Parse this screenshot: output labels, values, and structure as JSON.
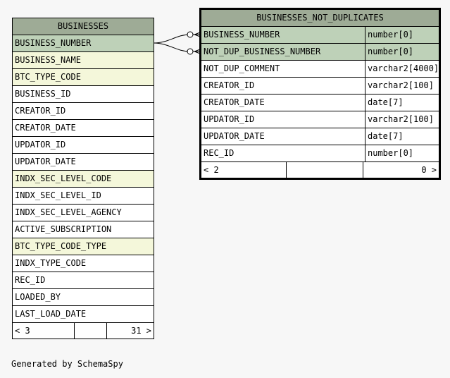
{
  "businesses": {
    "title": "BUSINESSES",
    "columns": [
      {
        "name": "BUSINESS_NUMBER",
        "kind": "pk"
      },
      {
        "name": "BUSINESS_NAME",
        "kind": "fk"
      },
      {
        "name": "BTC_TYPE_CODE",
        "kind": "fk"
      },
      {
        "name": "BUSINESS_ID",
        "kind": ""
      },
      {
        "name": "CREATOR_ID",
        "kind": ""
      },
      {
        "name": "CREATOR_DATE",
        "kind": ""
      },
      {
        "name": "UPDATOR_ID",
        "kind": ""
      },
      {
        "name": "UPDATOR_DATE",
        "kind": ""
      },
      {
        "name": "INDX_SEC_LEVEL_CODE",
        "kind": "fk"
      },
      {
        "name": "INDX_SEC_LEVEL_ID",
        "kind": ""
      },
      {
        "name": "INDX_SEC_LEVEL_AGENCY",
        "kind": ""
      },
      {
        "name": "ACTIVE_SUBSCRIPTION",
        "kind": ""
      },
      {
        "name": "BTC_TYPE_CODE_TYPE",
        "kind": "fk"
      },
      {
        "name": "INDX_TYPE_CODE",
        "kind": ""
      },
      {
        "name": "REC_ID",
        "kind": ""
      },
      {
        "name": "LOADED_BY",
        "kind": ""
      },
      {
        "name": "LAST_LOAD_DATE",
        "kind": ""
      }
    ],
    "footer": {
      "parents": "< 3",
      "rows": "",
      "children": "31 >"
    }
  },
  "not_duplicates": {
    "title": "BUSINESSES_NOT_DUPLICATES",
    "columns": [
      {
        "name": "BUSINESS_NUMBER",
        "type": "number[0]",
        "kind": "pk"
      },
      {
        "name": "NOT_DUP_BUSINESS_NUMBER",
        "type": "number[0]",
        "kind": "pk"
      },
      {
        "name": "NOT_DUP_COMMENT",
        "type": "varchar2[4000]",
        "kind": ""
      },
      {
        "name": "CREATOR_ID",
        "type": "varchar2[100]",
        "kind": ""
      },
      {
        "name": "CREATOR_DATE",
        "type": "date[7]",
        "kind": ""
      },
      {
        "name": "UPDATOR_ID",
        "type": "varchar2[100]",
        "kind": ""
      },
      {
        "name": "UPDATOR_DATE",
        "type": "date[7]",
        "kind": ""
      },
      {
        "name": "REC_ID",
        "type": "number[0]",
        "kind": ""
      }
    ],
    "footer": {
      "parents": "< 2",
      "rows": "",
      "children": "0 >"
    }
  },
  "generated": "Generated by SchemaSpy"
}
